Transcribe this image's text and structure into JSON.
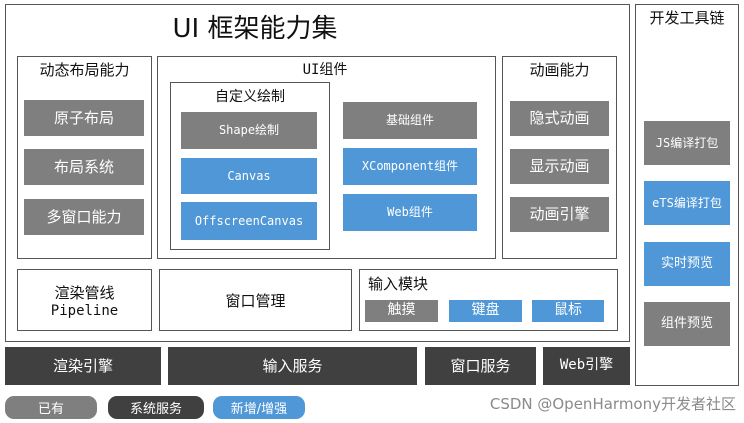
{
  "ui_framework": {
    "title": "UI 框架能力集",
    "layout": {
      "title": "动态布局能力",
      "items": [
        "原子布局",
        "布局系统",
        "多窗口能力"
      ]
    },
    "components": {
      "title": "UI组件",
      "custom_draw": {
        "title": "自定义绘制",
        "items": [
          "Shape绘制",
          "Canvas",
          "OffscreenCanvas"
        ]
      },
      "items": [
        "基础组件",
        "XComponent组件",
        "Web组件"
      ]
    },
    "animation": {
      "title": "动画能力",
      "items": [
        "隐式动画",
        "显示动画",
        "动画引擎"
      ]
    },
    "render_pipeline": {
      "line1": "渲染管线",
      "line2": "Pipeline"
    },
    "window_management": "窗口管理",
    "input_module": {
      "title": "输入模块",
      "items": [
        "触摸",
        "键盘",
        "鼠标"
      ]
    }
  },
  "toolchain": {
    "title": "开发工具链",
    "items": [
      "JS编译打包",
      "eTS编译打包",
      "实时预览",
      "组件预览"
    ]
  },
  "services": [
    "渲染引擎",
    "输入服务",
    "窗口服务",
    "Web引擎"
  ],
  "legend": [
    "已有",
    "系统服务",
    "新增/增强"
  ],
  "watermark": "CSDN @OpenHarmony开发者社区",
  "colors": {
    "existing": "#7f7f7f",
    "system_service": "#404040",
    "new_enhanced": "#4f97d6"
  }
}
